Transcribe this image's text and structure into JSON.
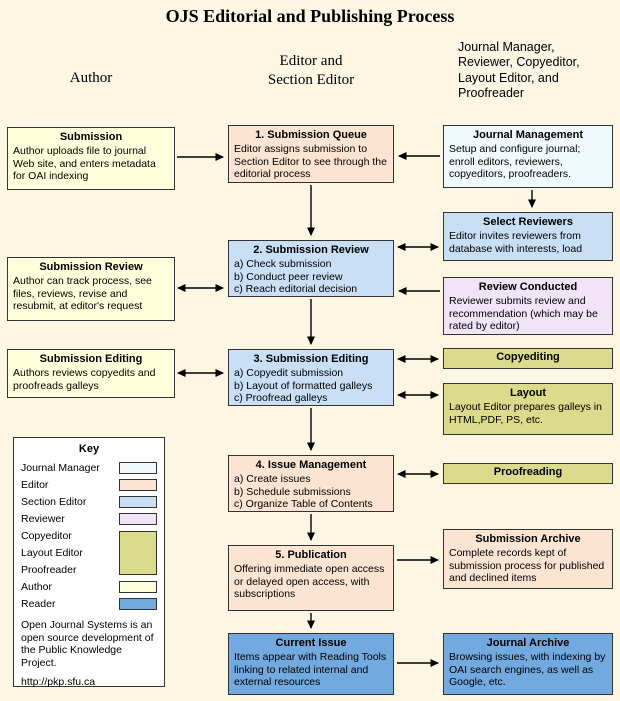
{
  "title": "OJS Editorial and Publishing Process",
  "headers": {
    "author": "Author",
    "editor": "Editor and\nSection Editor",
    "manager": "Journal Manager,\nReviewer, Copyeditor,\nLayout Editor, and\nProofreader"
  },
  "boxes": {
    "submission": {
      "title": "Submission",
      "body": "Author uploads file to journal Web site, and enters metadata for OAI indexing"
    },
    "author_review": {
      "title": "Submission Review",
      "body": "Author can track process, see files, reviews, revise and resubmit, at editor's request"
    },
    "author_editing": {
      "title": "Submission Editing",
      "body": "Authors reviews copyedits and proofreads galleys"
    },
    "queue": {
      "title": "1. Submission Queue",
      "body": "Editor assigns submission to Section Editor to see through the editorial process"
    },
    "review": {
      "title": "2. Submission Review",
      "body": "a) Check submission\nb) Conduct peer review\nc) Reach editorial decision"
    },
    "editing": {
      "title": "3. Submission Editing",
      "body": "a) Copyedit submission\nb) Layout of formatted galleys\nc) Proofread galleys"
    },
    "issue_management": {
      "title": "4. Issue Management",
      "body": "a) Create issues\nb) Schedule submissions\nc) Organize Table of Contents"
    },
    "publication": {
      "title": "5. Publication",
      "body": "Offering immediate open access or delayed open access, with subscriptions"
    },
    "current_issue": {
      "title": "Current Issue",
      "body": "Items appear with Reading Tools linking to related internal and external resources"
    },
    "journal_management": {
      "title": "Journal Management",
      "body": "Setup and configure journal; enroll editors, reviewers, copyeditors, proofreaders."
    },
    "select_reviewers": {
      "title": "Select Reviewers",
      "body": "Editor invites reviewers from database with interests, load"
    },
    "review_conducted": {
      "title": "Review Conducted",
      "body": "Reviewer submits review and recommendation (which may be rated by editor)"
    },
    "copyediting": {
      "title": "Copyediting",
      "body": ""
    },
    "layout": {
      "title": "Layout",
      "body": "Layout Editor prepares galleys in HTML,PDF, PS, etc."
    },
    "proofreading": {
      "title": "Proofreading",
      "body": ""
    },
    "submission_archive": {
      "title": "Submission Archive",
      "body": "Complete records kept of submission process for published and declined items"
    },
    "journal_archive": {
      "title": "Journal Archive",
      "body": "Browsing issues, with indexing by OAI search engines, as well as Google, etc."
    }
  },
  "key": {
    "title": "Key",
    "items": [
      "Journal Manager",
      "Editor",
      "Section Editor",
      "Reviewer",
      "Copyeditor",
      "Layout Editor",
      "Proofreader",
      "Author",
      "Reader"
    ],
    "note": "Open Journal Systems is an open source development of the Public Knowledge Project.",
    "url": "http://pkp.sfu.ca"
  },
  "colors": {
    "background": "#FDF6E3",
    "author": "#FFFFDC",
    "editor": "#FBE5D2",
    "section_editor": "#C9DFF6",
    "journal_manager": "#F0F9FD",
    "reviewer": "#F0E4F6",
    "copyeditor_layout_proofreader": "#DADB8B",
    "reader": "#72A9DE",
    "arrow": "#000000"
  }
}
